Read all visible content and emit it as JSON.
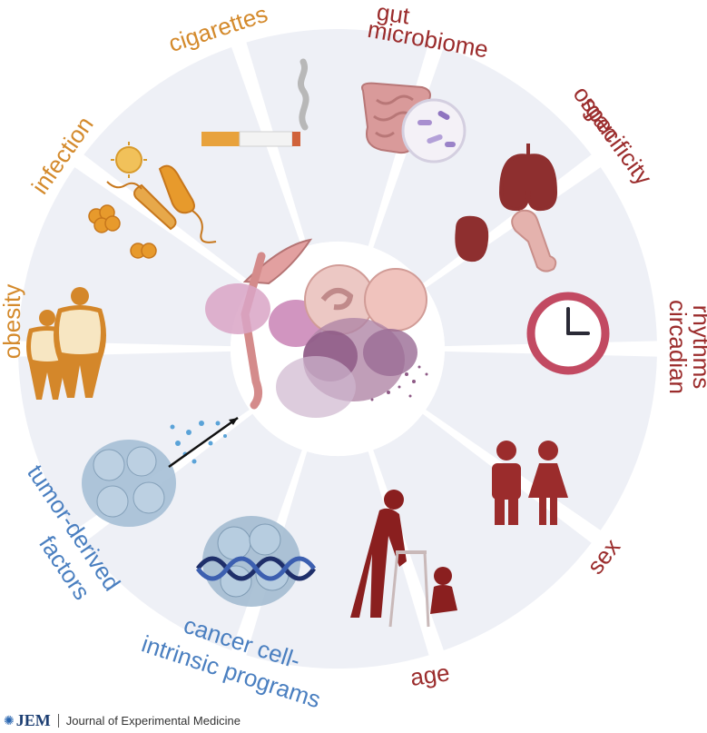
{
  "labels": {
    "cigarettes": "cigarettes",
    "gut_1": "gut",
    "gut_2": "microbiome",
    "organ_1": "organ",
    "organ_2": "specificity",
    "circadian_1": "circadian",
    "circadian_2": "rhythms",
    "sex": "sex",
    "age": "age",
    "cancer_1": "cancer cell-",
    "cancer_2": "intrinsic programs",
    "tumor_1": "tumor-derived",
    "tumor_2": "factors",
    "obesity": "obesity",
    "infection": "infection"
  },
  "footer": {
    "logo": "JEM",
    "journal": "Journal of Experimental Medicine"
  },
  "colors": {
    "orange": "#d48a2c",
    "red": "#9b2c2c",
    "blue": "#4a7fc0",
    "segment": "#eef0f6",
    "divider": "#ffffff"
  }
}
